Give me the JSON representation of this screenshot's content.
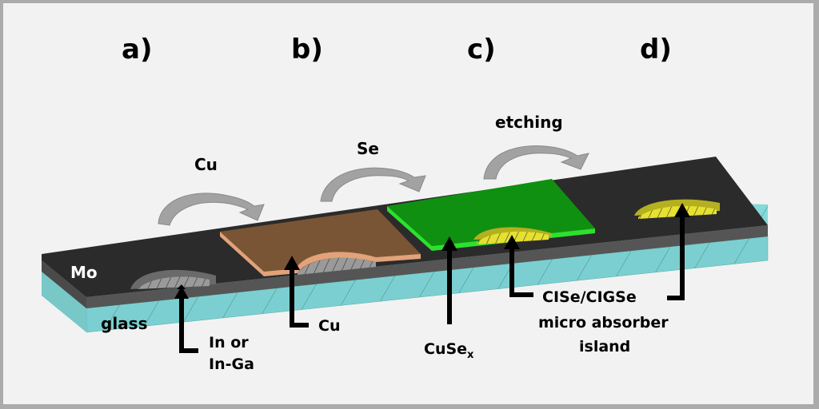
{
  "steps": [
    {
      "label": "a)"
    },
    {
      "label": "b)"
    },
    {
      "label": "c)"
    },
    {
      "label": "d)"
    }
  ],
  "processes": [
    {
      "label": "Cu"
    },
    {
      "label": "Se"
    },
    {
      "label": "etching"
    }
  ],
  "layers": {
    "mo": "Mo",
    "glass": "glass"
  },
  "annotations": {
    "in_ga_line1": "In or",
    "in_ga_line2": "In-Ga",
    "cu": "Cu",
    "cusex_base": "CuSe",
    "cusex_sub": "x",
    "island_line1": "CISe/CIGSe",
    "island_line2": "micro absorber",
    "island_line3": "island"
  },
  "colors": {
    "background": "#f2f2f2",
    "border": "#ababab",
    "mo_top": "#2b2b2b",
    "mo_side": "#555555",
    "glass": "#86d9d9",
    "cu_layer": "#7a5535",
    "cu_edge": "#e2a27a",
    "cusex_layer": "#109010",
    "cusex_edge": "#2ee02e",
    "island": "#e6e030",
    "arrow": "#a2a2a2"
  }
}
